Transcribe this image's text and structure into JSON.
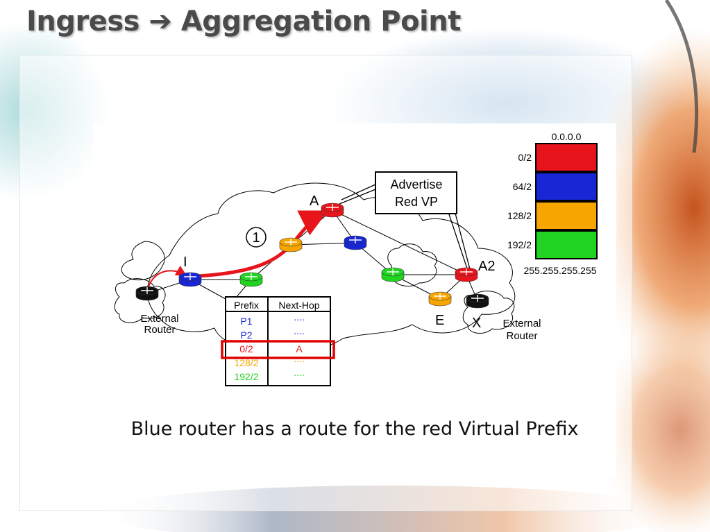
{
  "slide": {
    "title": "Ingress ➔ Aggregation Point",
    "caption": "Blue router has a route for the red Virtual Prefix"
  },
  "colors": {
    "red": "#e8141c",
    "blue": "#1826d6",
    "orange": "#f7a500",
    "green": "#22d422",
    "black": "#111111",
    "highlight": "#e00000"
  },
  "routers": {
    "ingress": "I",
    "aggregation_point": "A",
    "aggregation_point_2": "A2",
    "egress": "E",
    "external_neighbor": "X"
  },
  "callout": {
    "line1": "Advertise",
    "line2": "Red VP"
  },
  "step_marker": "1",
  "external_router_left": {
    "line1": "External",
    "line2": "Router"
  },
  "external_router_right": {
    "line1": "External",
    "line2": "Router"
  },
  "address_space": {
    "top_label": "0.0.0.0",
    "bottom_label": "255.255.255.255",
    "segments": [
      {
        "label": "0/2",
        "color": "#e8141c"
      },
      {
        "label": "64/2",
        "color": "#1826d6"
      },
      {
        "label": "128/2",
        "color": "#f7a500"
      },
      {
        "label": "192/2",
        "color": "#22d422"
      }
    ]
  },
  "fib_table": {
    "headers": [
      "Prefix",
      "Next-Hop"
    ],
    "rows": [
      {
        "prefix": "P1",
        "next_hop": "....",
        "color": "#1826d6"
      },
      {
        "prefix": "P2",
        "next_hop": "....",
        "color": "#1826d6"
      },
      {
        "prefix": "0/2",
        "next_hop": "A",
        "color": "#e8141c",
        "highlighted": true
      },
      {
        "prefix": "128/2",
        "next_hop": "....",
        "color": "#f7a500"
      },
      {
        "prefix": "192/2",
        "next_hop": "....",
        "color": "#22d422"
      }
    ]
  }
}
